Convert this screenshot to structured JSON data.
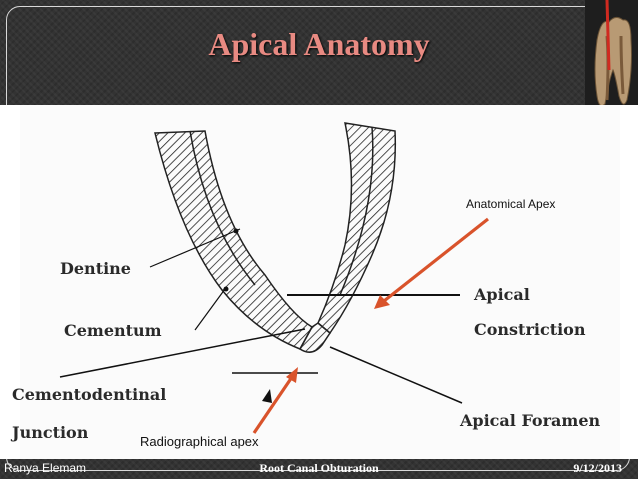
{
  "slide": {
    "title": "Apical Anatomy",
    "annotations": {
      "anatomical_apex": "Anatomical Apex",
      "radiographical_apex": "Radiographical apex"
    },
    "diagram_labels": {
      "dentine": "Dentine",
      "cementum": "Cementum",
      "cementodentinal": "Cementodentinal",
      "junction": "Junction",
      "apical": "Apical",
      "constriction": "Constriction",
      "apical_foramen": "Apical Foramen"
    },
    "footer": {
      "author": "Ranya Elemam",
      "center": "Root Canal Obturation",
      "date": "9/12/2013"
    }
  },
  "colors": {
    "title": "#e88a82",
    "arrow": "#d9532b",
    "background": "#333333",
    "content": "#ffffff"
  },
  "icons": [
    "tooth-thumbnail-icon"
  ]
}
